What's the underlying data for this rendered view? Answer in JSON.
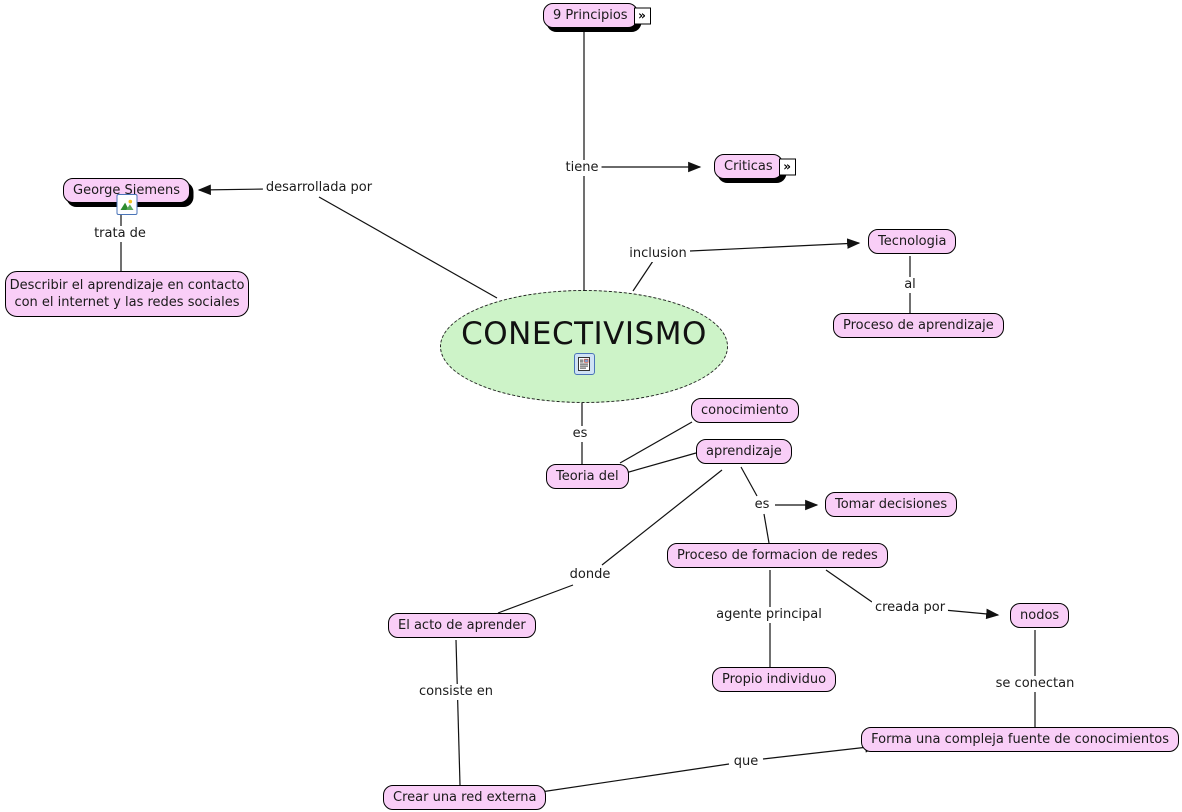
{
  "colors": {
    "concept_fill": "#f9cef7",
    "central_fill": "#cdf3c8",
    "border": "#000000",
    "text": "#1a1a1a",
    "shadow": "#000000",
    "resource_icon_border": "#4a74b8",
    "document_icon_fill": "#cfe2f5"
  },
  "central": {
    "label": "CONECTIVISMO"
  },
  "concepts": {
    "principios": {
      "label": "9 Principios"
    },
    "criticas": {
      "label": "Criticas"
    },
    "george": {
      "label": "George Siemens"
    },
    "describir": {
      "label": "Describir el aprendizaje en contacto con el internet y las redes sociales"
    },
    "tecnologia": {
      "label": "Tecnologia"
    },
    "proceso_aprendizaje": {
      "label": "Proceso de aprendizaje"
    },
    "teoria": {
      "label": "Teoria del"
    },
    "conocimiento": {
      "label": "conocimiento"
    },
    "aprendizaje": {
      "label": "aprendizaje"
    },
    "tomar_decisiones": {
      "label": "Tomar decisiones"
    },
    "proceso_redes": {
      "label": "Proceso de formacion de redes"
    },
    "acto_aprender": {
      "label": "El acto de aprender"
    },
    "propio_individuo": {
      "label": "Propio individuo"
    },
    "nodos": {
      "label": "nodos"
    },
    "forma_fuente": {
      "label": "Forma una compleja fuente de conocimientos"
    },
    "crear_red": {
      "label": "Crear una red externa"
    }
  },
  "link_labels": {
    "tiene": "tiene",
    "desarrollada_por": "desarrollada por",
    "trata_de": "trata de",
    "inclusion": "inclusion",
    "al": "al",
    "es_teoria": "es",
    "es_aprendizaje": "es",
    "donde": "donde",
    "agente_principal": "agente principal",
    "creada_por": "creada por",
    "consiste_en": "consiste en",
    "se_conectan": "se conectan",
    "que": "que"
  },
  "icons": {
    "expand_glyph": "»"
  }
}
